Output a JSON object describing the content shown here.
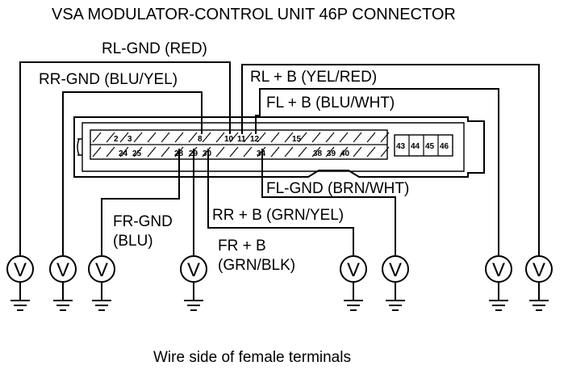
{
  "title": "VSA MODULATOR-CONTROL UNIT 46P CONNECTOR",
  "caption": "Wire side of female terminals",
  "labels": {
    "rl_gnd": "RL-GND (RED)",
    "rr_gnd": "RR-GND (BLU/YEL)",
    "rl_b": "RL  + B (YEL/RED)",
    "fl_b": "FL  + B (BLU/WHT)",
    "fl_gnd": "FL-GND (BRN/WHT)",
    "fr_gnd_1": "FR-GND",
    "fr_gnd_2": "(BLU)",
    "rr_b": "RR  + B (GRN/YEL)",
    "fr_b_1": "FR  + B",
    "fr_b_2": "(GRN/BLK)"
  },
  "pins": {
    "p2": "2",
    "p3": "3",
    "p8": "8",
    "p10": "10",
    "p11": "11",
    "p12": "12",
    "p15": "15",
    "p24": "24",
    "p25": "25",
    "p28": "28",
    "p29": "29",
    "p30": "30",
    "p34": "34",
    "p38": "38",
    "p39": "39",
    "p40": "40",
    "p43": "43",
    "p44": "44",
    "p45": "45",
    "p46": "46"
  },
  "meter_symbol": "V"
}
